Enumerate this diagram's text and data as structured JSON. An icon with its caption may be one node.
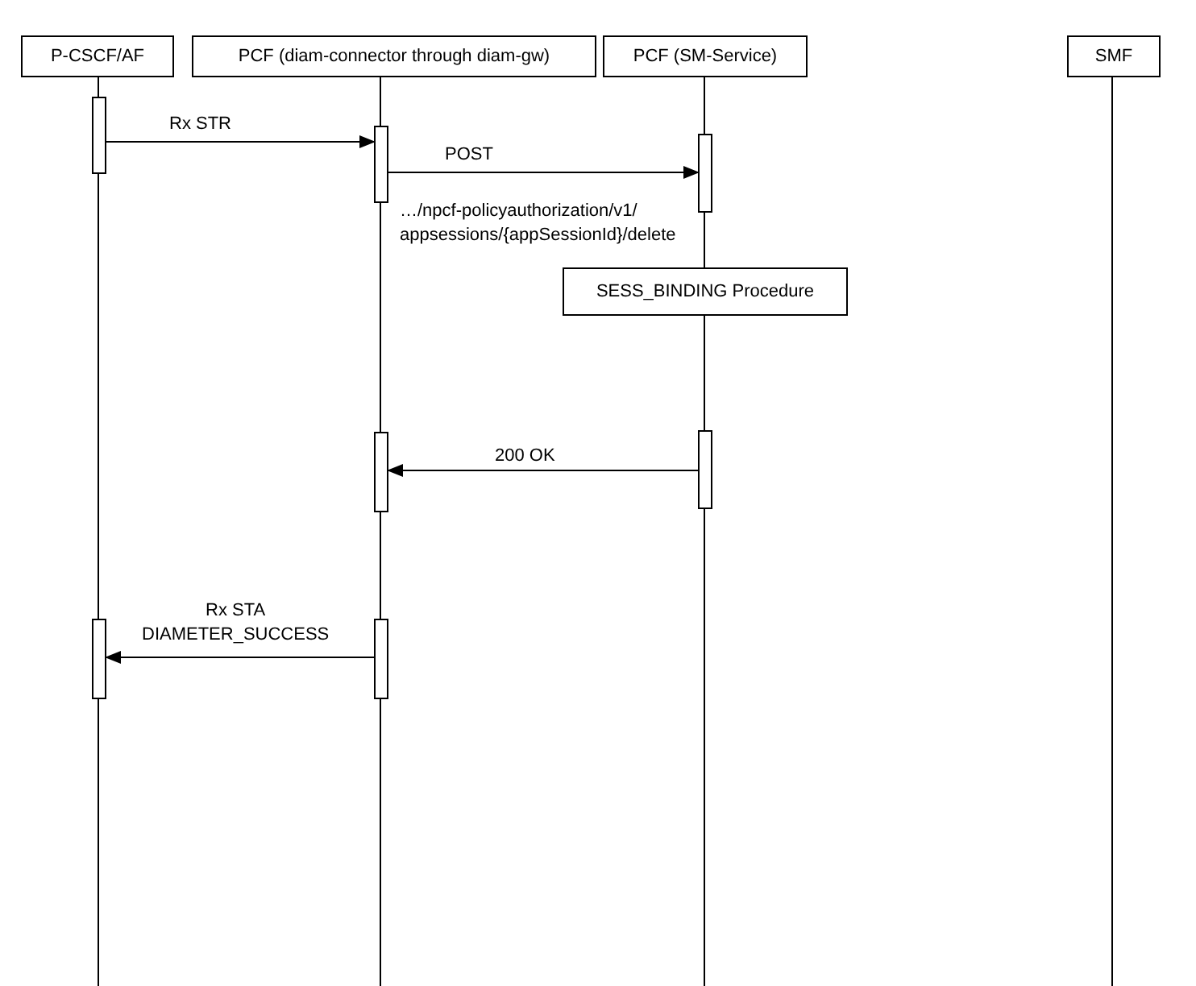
{
  "diagram": {
    "nodes": [
      {
        "text": [
          "P-CSCF/AF"
        ]
      },
      {
        "text": [
          "PCF (diam-connector through diam-gw)"
        ]
      },
      {
        "text": [
          "PCF (SM-Service)"
        ]
      },
      {
        "text": [
          "SMF"
        ]
      },
      {
        "text": [],
        "shape": "bar"
      },
      {
        "text": [],
        "shape": "bar"
      },
      {
        "text": [],
        "shape": "bar"
      },
      {
        "text": [
          "SESS_BINDING Procedure"
        ]
      },
      {
        "text": [],
        "shape": "bar"
      },
      {
        "text": [],
        "shape": "bar"
      },
      {
        "text": [],
        "shape": "bar"
      },
      {
        "text": [],
        "shape": "bar"
      }
    ],
    "edges": [
      {
        "from": 4,
        "to": 5,
        "arrow": "to",
        "label": "Rx STR"
      },
      {
        "from": 5,
        "to": 6,
        "arrow": "to",
        "label": "POST"
      },
      {
        "from": 9,
        "to": 8,
        "arrow": "to",
        "label": "200 OK"
      },
      {
        "from": 11,
        "to": 10,
        "arrow": "to",
        "label": "Rx STA DIAMETER_SUCCESS"
      }
    ],
    "labels": [
      "…/npcf-policyauthorization/v1/ appsessions/{appSessionId}/delete"
    ]
  }
}
